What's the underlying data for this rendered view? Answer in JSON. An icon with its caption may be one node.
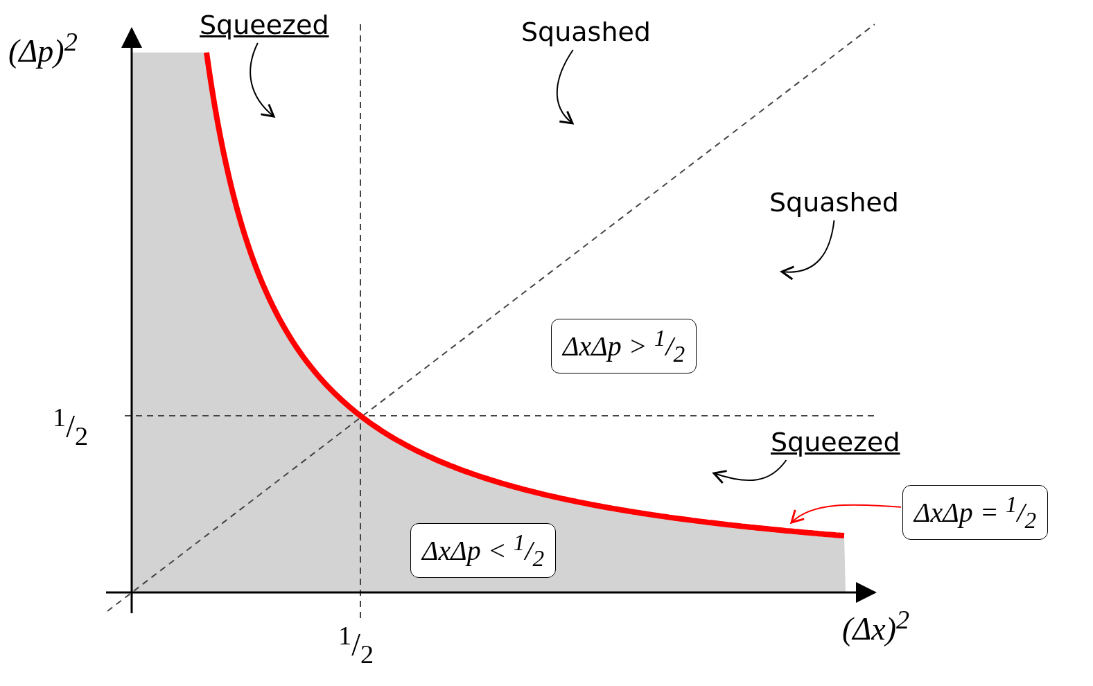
{
  "diagram": {
    "nodes": [
      {
        "text": [
          "Squeezed"
        ]
      },
      {
        "text": [
          "Squashed"
        ]
      },
      {
        "text": [
          "Squashed"
        ]
      },
      {
        "text": [
          "ΔxΔp > $^{1}$/$_{2}$"
        ]
      },
      {
        "text": [
          "Squeezed"
        ]
      },
      {
        "text": [
          "ΔxΔp = $^{1}$/$_{2}$"
        ]
      },
      {
        "text": [
          "ΔxΔp < $^{1}$/$_{2}$"
        ]
      }
    ],
    "edges": [
      {
        "from": 0,
        "to": null,
        "arrow": "to"
      },
      {
        "from": 1,
        "to": null,
        "arrow": "to"
      },
      {
        "from": 2,
        "to": null,
        "arrow": "to"
      },
      {
        "from": 4,
        "to": null,
        "arrow": "to"
      },
      {
        "from": 5,
        "to": null,
        "arrow": "to",
        "color": "#ff0000"
      }
    ],
    "labels": [
      "(Δp)$^{2}$",
      "$^{1}$/$_{2}$",
      "(Δx)$^{2}$",
      "$^{1}$/$_{2}$"
    ]
  }
}
